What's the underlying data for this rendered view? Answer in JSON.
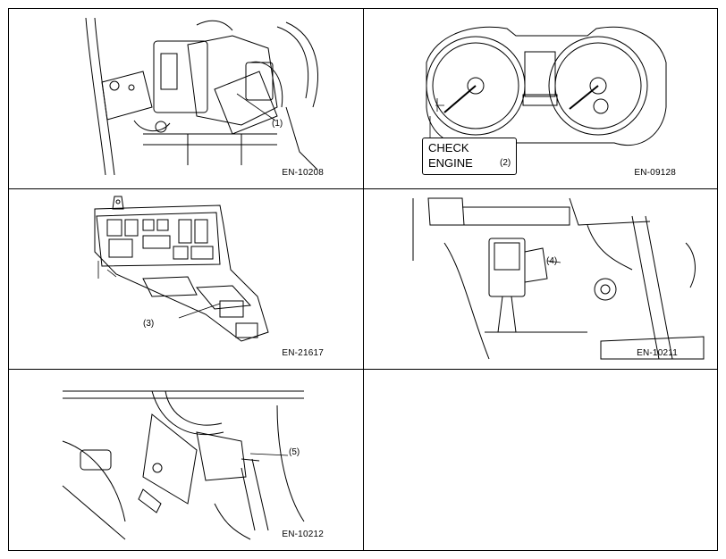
{
  "panels": [
    {
      "code": "EN-10208",
      "callout": "(1)"
    },
    {
      "code": "EN-09128",
      "callout": "(2)",
      "label_line1": "CHECK",
      "label_line2": "ENGINE"
    },
    {
      "code": "EN-21617",
      "callout": "(3)"
    },
    {
      "code": "EN-10211",
      "callout": "(4)"
    },
    {
      "code": "EN-10212",
      "callout": "(5)"
    },
    {
      "code": ""
    }
  ]
}
